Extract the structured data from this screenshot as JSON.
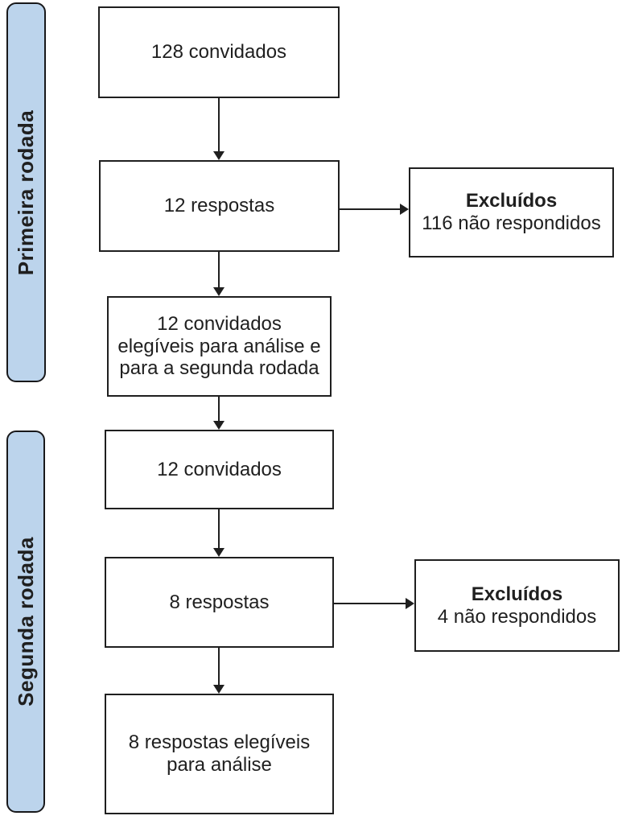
{
  "colors": {
    "background": "#ffffff",
    "box_border": "#1f1f1f",
    "text": "#1f1f1f",
    "arrow": "#1f1f1f",
    "sidebar_fill": "#bcd4ec",
    "sidebar_border": "#18181a"
  },
  "sidebars": [
    {
      "label": "Primeira rodada"
    },
    {
      "label": "Segunda rodada"
    }
  ],
  "flow": {
    "boxes": [
      {
        "label": "128 convidados"
      },
      {
        "label": "12 respostas"
      },
      {
        "label": "12 convidados elegíveis para análise e para a segunda rodada"
      },
      {
        "label": "12 convidados"
      },
      {
        "label": "8 respostas"
      },
      {
        "label": "8 respostas elegíveis para análise"
      }
    ],
    "exclusions": [
      {
        "title": "Excluídos",
        "detail": "116 não respondidos"
      },
      {
        "title": "Excluídos",
        "detail": "4 não respondidos"
      }
    ]
  }
}
